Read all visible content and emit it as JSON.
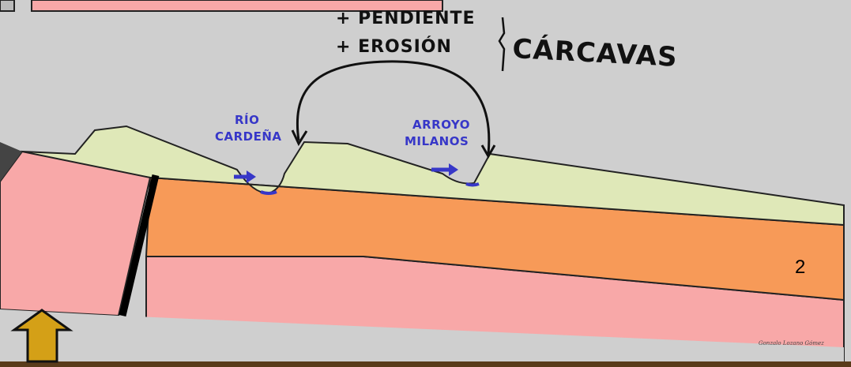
{
  "annotations": {
    "line1": "+ PENDIENTE",
    "line2": "+ EROSIÓN",
    "result": "CÁRCAVAS"
  },
  "rivers": [
    {
      "name_line1": "RÍO",
      "name_line2": "CARDEÑA"
    },
    {
      "name_line1": "ARROYO",
      "name_line2": "MILANOS"
    }
  ],
  "panel_number": "2",
  "signature": "Gonzalo Lozano Gómez",
  "colors": {
    "background": "#cfcfcf",
    "top_layer": "#dfe8b8",
    "orange_layer": "#f79a58",
    "pink_layer": "#f8a8a8",
    "fault": "#000000",
    "river_annotation": "#3737c8",
    "uplift_arrow": "#d4a017"
  },
  "icons": {
    "uplift": "up-arrow-icon",
    "flow": "right-arrow-icon"
  }
}
